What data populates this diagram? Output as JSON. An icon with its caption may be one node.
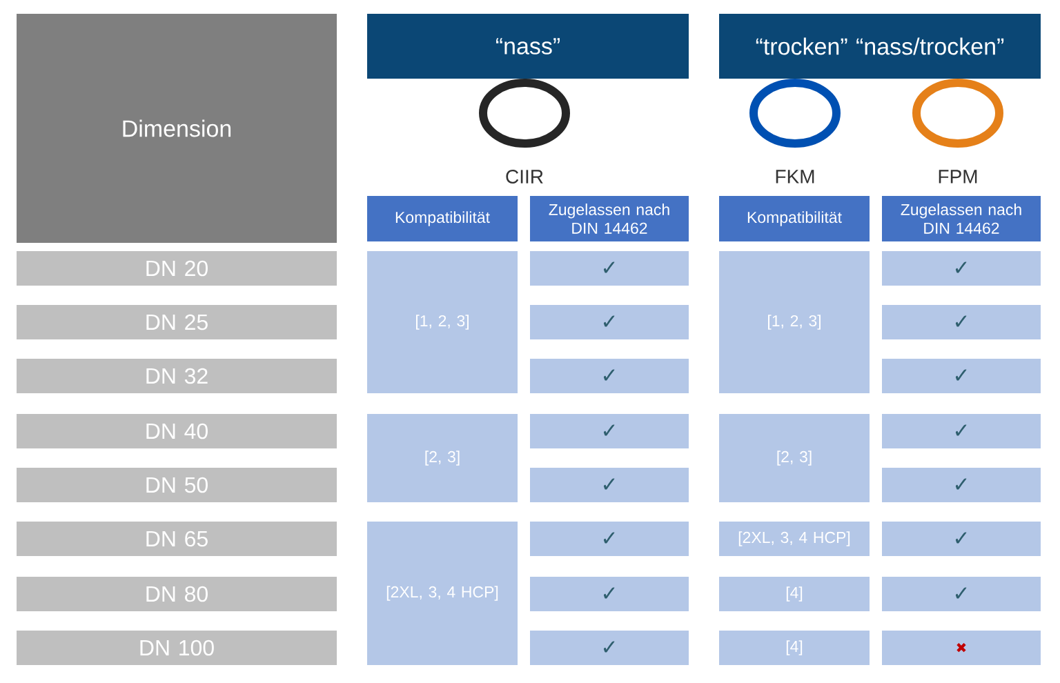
{
  "diagram": {
    "nodes": [
      {
        "text": [
          "Dimension"
        ]
      },
      {
        "text": [
          "“nass”"
        ]
      },
      {
        "text": [
          "“trocken” “nass/trocken”"
        ]
      },
      {
        "text": [
          "Kompatibilität"
        ]
      },
      {
        "text": [
          "Zugelassen nach DIN 14462"
        ]
      },
      {
        "text": [
          "Kompatibilität"
        ]
      },
      {
        "text": [
          "Zugelassen nach DIN 14462"
        ]
      },
      {
        "text": [
          "DN 20"
        ]
      },
      {
        "text": [
          "[1, 2, 3]"
        ]
      },
      {
        "text": [
          "✓"
        ]
      },
      {
        "text": [
          "[1, 2, 3]"
        ]
      },
      {
        "text": [
          "✓"
        ]
      },
      {
        "text": [
          "DN 25"
        ]
      },
      {
        "text": [
          "✓"
        ]
      },
      {
        "text": [
          "✓"
        ]
      },
      {
        "text": [
          "DN 32"
        ]
      },
      {
        "text": [
          "✓"
        ]
      },
      {
        "text": [
          "✓"
        ]
      },
      {
        "text": [
          "DN 40"
        ]
      },
      {
        "text": [
          "[2, 3]"
        ]
      },
      {
        "text": [
          "✓"
        ]
      },
      {
        "text": [
          "[2, 3]"
        ]
      },
      {
        "text": [
          "✓"
        ]
      },
      {
        "text": [
          "DN 50"
        ]
      },
      {
        "text": [
          "✓"
        ]
      },
      {
        "text": [
          "✓"
        ]
      },
      {
        "text": [
          "DN 65"
        ]
      },
      {
        "text": [
          "[2XL, 3, 4 HCP]"
        ]
      },
      {
        "text": [
          "✓"
        ]
      },
      {
        "text": [
          "[2XL, 3, 4 HCP]"
        ]
      },
      {
        "text": [
          "✓"
        ]
      },
      {
        "text": [
          "DN 80"
        ]
      },
      {
        "text": [
          "✓"
        ]
      },
      {
        "text": [
          "[4]"
        ]
      },
      {
        "text": [
          "✓"
        ]
      },
      {
        "text": [
          "DN 100"
        ]
      },
      {
        "text": [
          "✓"
        ]
      },
      {
        "text": [
          "[4]"
        ]
      },
      {
        "text": [
          "✖"
        ]
      }
    ],
    "labels": [
      "CIIR",
      "FKM",
      "FPM"
    ]
  }
}
